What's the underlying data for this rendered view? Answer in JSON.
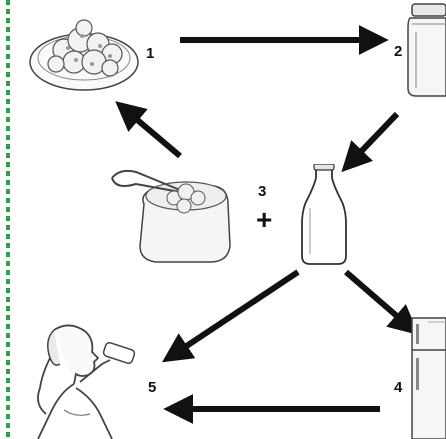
{
  "steps": {
    "s1": "1",
    "s2": "2",
    "s3": "3",
    "s4": "4",
    "s5": "5"
  },
  "plus_sign": "+",
  "illustrations": {
    "s1": "kefir-grains-dish",
    "s2": "glass-jar",
    "s3": "spoon-in-jar",
    "milk": "milk-bottle",
    "s4": "refrigerator",
    "s5": "person-drinking"
  },
  "colors": {
    "border": "#2ca24a",
    "arrow": "#111111",
    "sketch": "#333333"
  }
}
